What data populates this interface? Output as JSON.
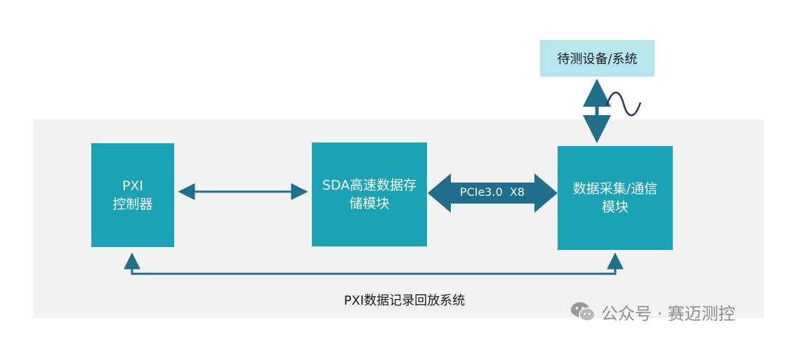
{
  "diagram": {
    "system_label": "PXI数据记录回放系统",
    "dut": {
      "label": "待测设备/系统"
    },
    "blocks": {
      "pxi_controller": {
        "line1": "PXI",
        "line2": "控制器"
      },
      "sda_storage": {
        "line1": "SDA高速数据存",
        "line2": "储模块"
      },
      "daq_module": {
        "line1": "数据采集/通信",
        "line2": "模块"
      }
    },
    "links": {
      "pcie": "PCIe3.0  X8"
    },
    "signal_icon": "sine-wave-icon"
  },
  "colors": {
    "block": "#1aa3b5",
    "dut": "#b5e6ec",
    "arrow": "#1f6e8c",
    "frame": "#f2f2f2"
  },
  "watermark": {
    "icon": "wechat-icon",
    "text": "公众号 · 赛迈测控"
  }
}
